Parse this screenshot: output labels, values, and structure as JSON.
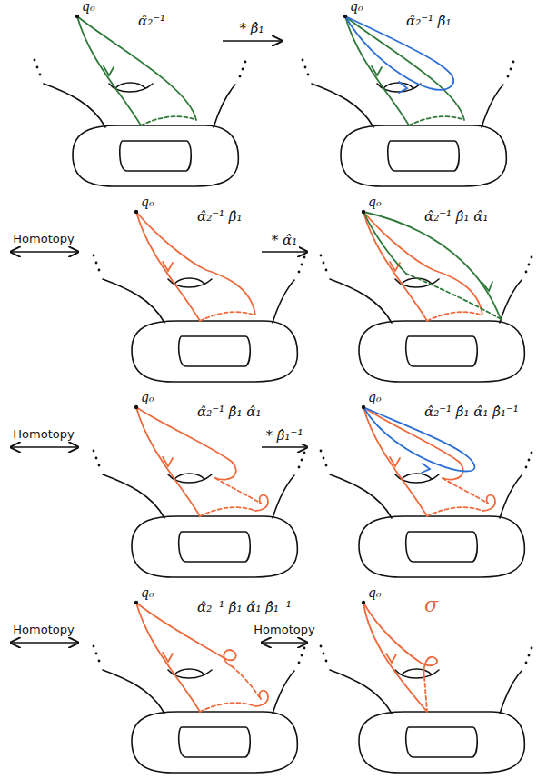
{
  "diagram": {
    "labels": [
      "q₀",
      "α̂₂⁻¹",
      "* β̂₁",
      "q₀",
      "α̂₂⁻¹ β̂₁",
      "Homotopy",
      "q₀",
      "α̂₂⁻¹ β̂₁",
      "* α̂₁",
      "q₀",
      "α̂₂⁻¹ β̂₁ α̂₁",
      "Homotopy",
      "q₀",
      "α̂₂⁻¹ β̂₁ α̂₁",
      "* β̂₁⁻¹",
      "q₀",
      "α̂₂⁻¹ β̂₁ α̂₁ β̂₁⁻¹",
      "Homotopy",
      "q₀",
      "α̂₂⁻¹ β̂₁ α̂₁ β̂₁⁻¹",
      "Homotopy",
      "q₀",
      "σ"
    ]
  }
}
